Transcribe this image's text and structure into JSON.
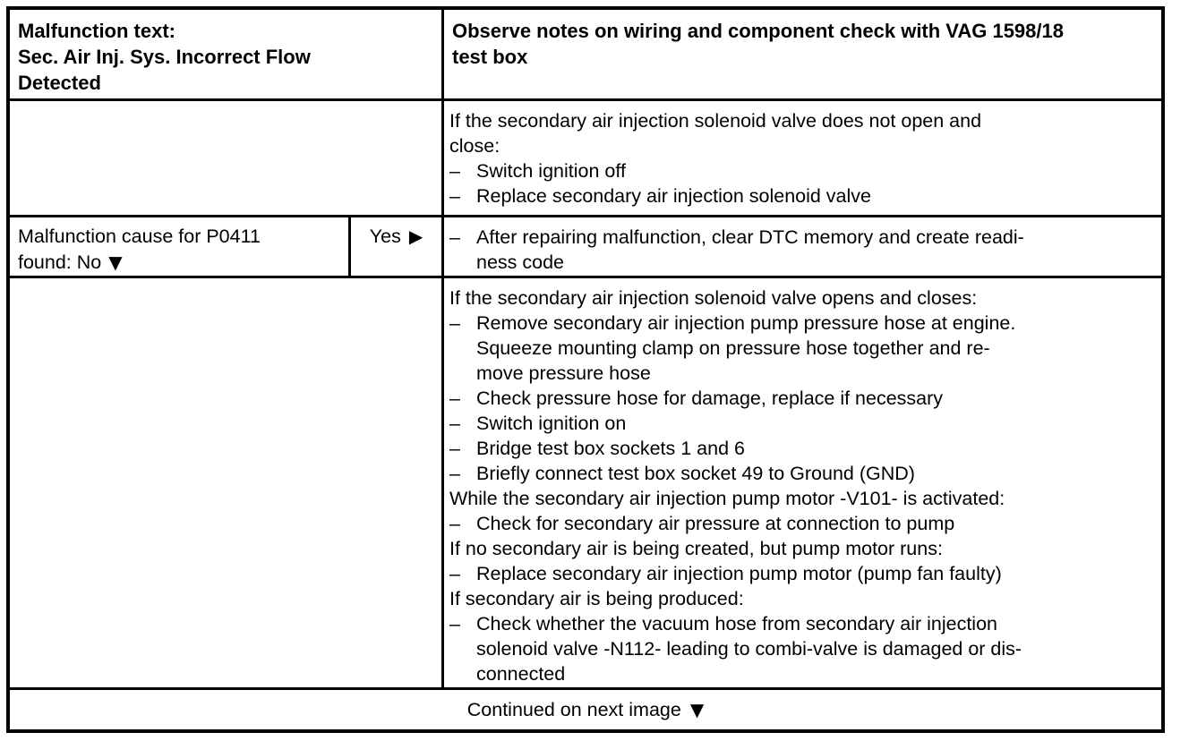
{
  "colors": {
    "ink": "#000000",
    "paper": "#ffffff"
  },
  "marks": {
    "dash": "–",
    "down_arrow": "▼",
    "right_arrow": "▶"
  },
  "table": {
    "header": {
      "malfunction": {
        "items": [
          {
            "type": "plain",
            "lines": [
              "Malfunction text:",
              "Sec. Air Inj. Sys. Incorrect Flow",
              "Detected"
            ]
          }
        ]
      },
      "note": {
        "items": [
          {
            "type": "plain",
            "lines": [
              "Observe notes on wiring and component check with VAG 1598/18",
              "test box"
            ]
          }
        ]
      }
    },
    "step1": {
      "items": [
        {
          "type": "plain",
          "lines": [
            "If the secondary air injection solenoid valve does not open and",
            "close:"
          ]
        },
        {
          "type": "bullet",
          "lines": [
            "Switch ignition off"
          ]
        },
        {
          "type": "bullet",
          "lines": [
            "Replace secondary air injection solenoid valve"
          ]
        }
      ]
    },
    "decision": {
      "question_lines": [
        "Malfunction cause for P0411",
        "found: No"
      ],
      "no_arrow": "▼",
      "yes_label": "Yes",
      "yes_arrow": "▶",
      "result": {
        "items": [
          {
            "type": "bullet",
            "lines": [
              "After repairing malfunction, clear DTC memory and create readi-",
              "ness code"
            ]
          }
        ]
      }
    },
    "step2": {
      "items": [
        {
          "type": "plain",
          "lines": [
            "If the secondary air injection solenoid valve opens and closes:"
          ]
        },
        {
          "type": "bullet",
          "lines": [
            "Remove secondary air injection pump pressure hose at engine.",
            "Squeeze mounting clamp on pressure hose together and re-",
            "move pressure hose"
          ]
        },
        {
          "type": "bullet",
          "lines": [
            "Check pressure hose for damage, replace if necessary"
          ]
        },
        {
          "type": "bullet",
          "lines": [
            "Switch ignition on"
          ]
        },
        {
          "type": "bullet",
          "lines": [
            "Bridge test box sockets 1 and 6"
          ]
        },
        {
          "type": "bullet",
          "lines": [
            "Briefly connect test box socket 49 to Ground (GND)"
          ]
        },
        {
          "type": "plain",
          "lines": [
            "While the secondary air injection pump motor -V101- is activated:"
          ]
        },
        {
          "type": "bullet",
          "lines": [
            "Check for secondary air pressure at connection to pump"
          ]
        },
        {
          "type": "plain",
          "lines": [
            "If no secondary air is being created, but pump motor runs:"
          ]
        },
        {
          "type": "bullet",
          "lines": [
            "Replace secondary air injection pump motor (pump fan faulty)"
          ]
        },
        {
          "type": "plain",
          "lines": [
            "If secondary air is being produced:"
          ]
        },
        {
          "type": "bullet",
          "lines": [
            "Check whether the vacuum hose from secondary air injection",
            "solenoid valve -N112- leading to combi-valve is damaged or dis-",
            "connected"
          ]
        }
      ]
    },
    "footer": {
      "text": "Continued on next image",
      "arrow": "▼"
    }
  }
}
